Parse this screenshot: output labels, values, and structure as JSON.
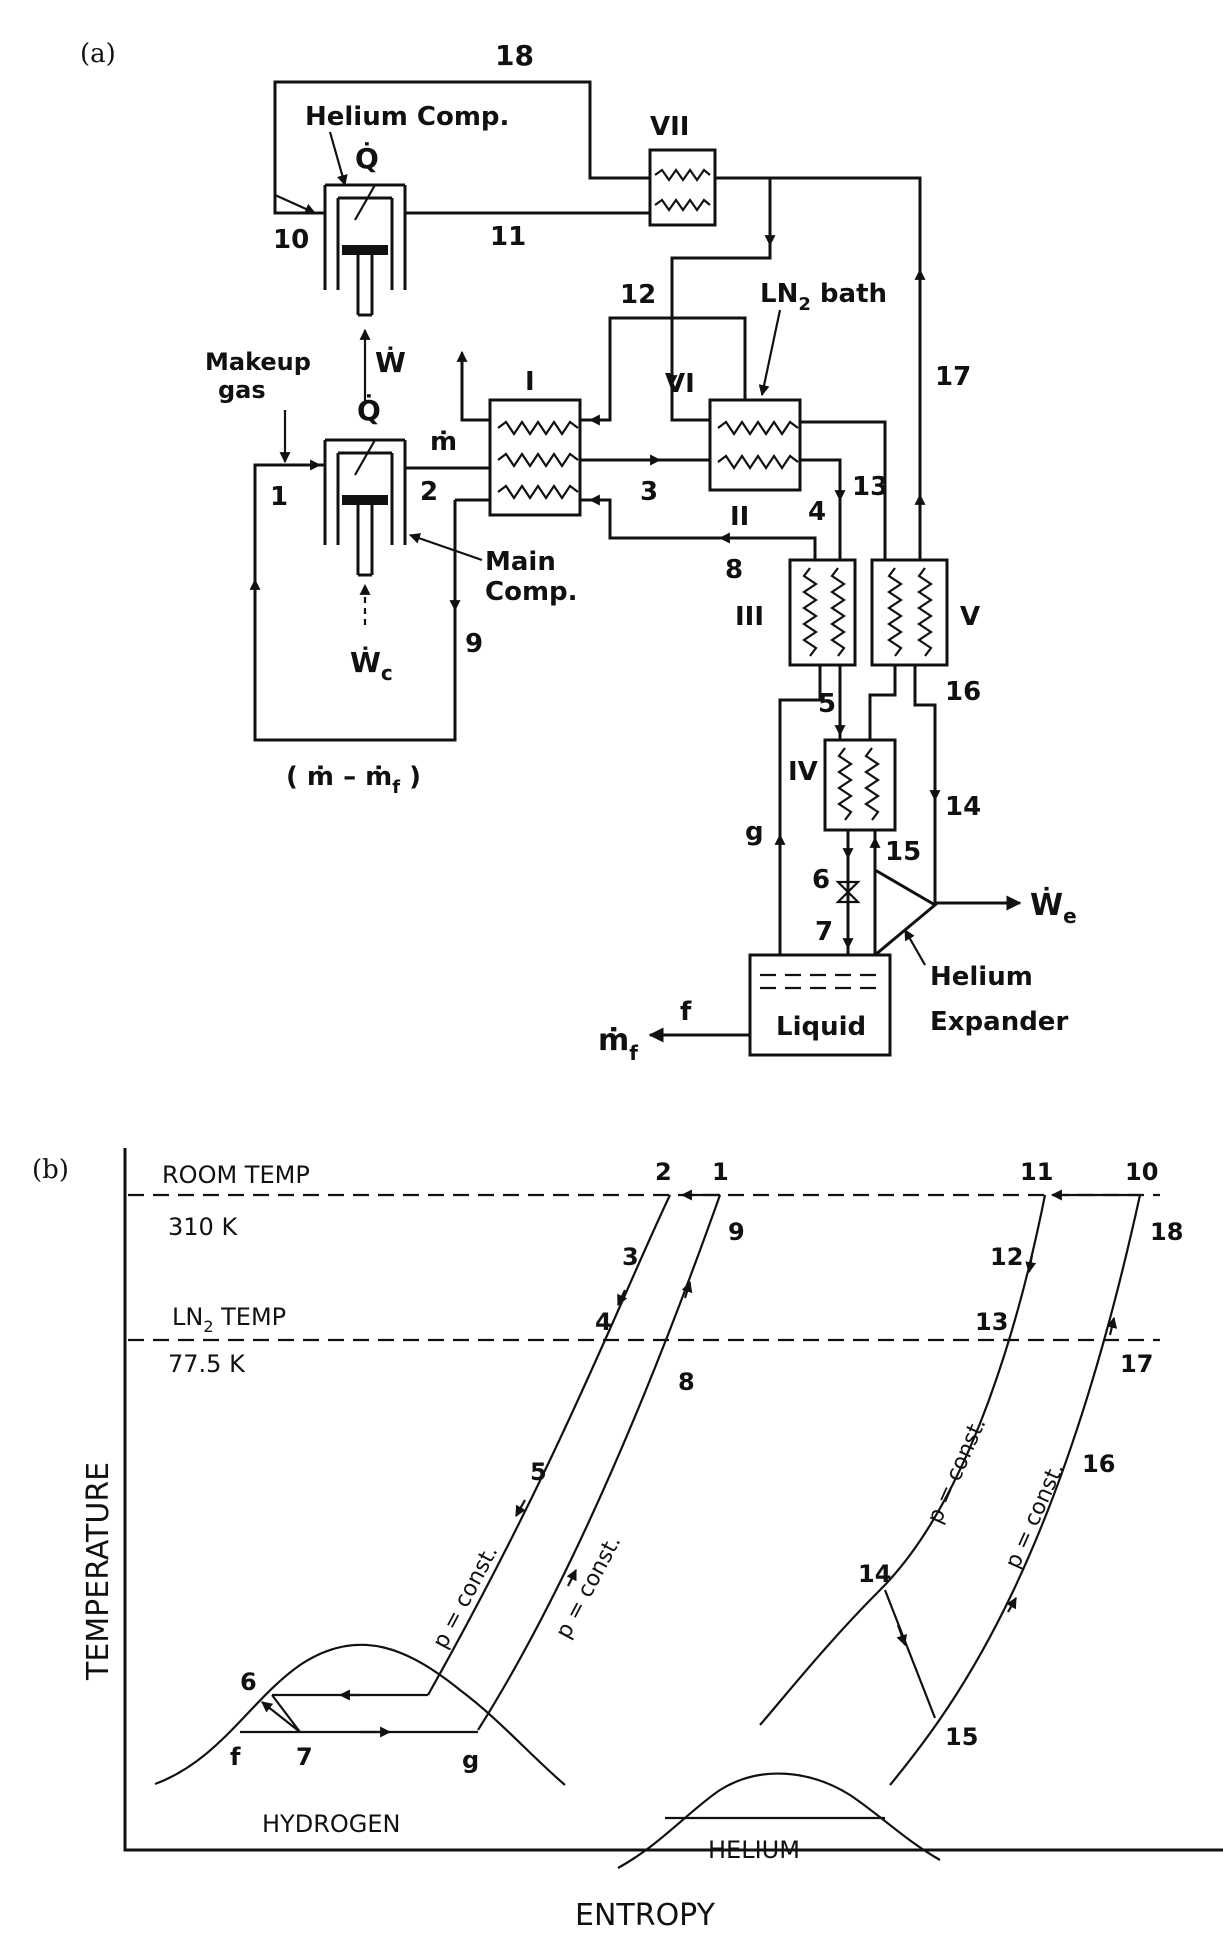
{
  "panel_a": {
    "label": "(a)",
    "texts": {
      "helium_comp": "Helium Comp.",
      "makeup": "Makeup",
      "gas": "gas",
      "main": "Main",
      "comp": "Comp.",
      "ln2_bath_a": "LN",
      "ln2_bath_sub": "2",
      "ln2_bath_b": " bath",
      "helium": "Helium",
      "expander": "Expander",
      "liquid": "Liquid",
      "flow_return": "( ṁ – ṁ",
      "flow_return_sub": "f",
      "flow_return_end": " )",
      "m_dot": "ṁ",
      "m_f": "ṁ",
      "m_f_sub": "f",
      "f": "f",
      "q1": "Q̇",
      "q2": "Q̇",
      "w": "Ẇ",
      "wc": "Ẇ",
      "wc_sub": "c",
      "we": "Ẇ",
      "we_sub": "e"
    },
    "exchangers": [
      "I",
      "II",
      "III",
      "IV",
      "V",
      "VI",
      "VII"
    ],
    "states": {
      "s1": "1",
      "s2": "2",
      "s3": "3",
      "s4": "4",
      "s5": "5",
      "s6": "6",
      "s7": "7",
      "s8": "8",
      "s9": "9",
      "s10": "10",
      "s11": "11",
      "s12": "12",
      "s13": "13",
      "s14": "14",
      "s15": "15",
      "s16": "16",
      "s17": "17",
      "s18": "18",
      "sg": "g"
    }
  },
  "panel_b": {
    "label": "(b)",
    "room_temp": "ROOM  TEMP",
    "room_val": "310 K",
    "ln2_temp_a": "LN",
    "ln2_temp_sub": "2",
    "ln2_temp_b": "  TEMP",
    "ln2_val": "77.5  K",
    "ylabel": "TEMPERATURE",
    "xlabel": "ENTROPY",
    "hydrogen": "HYDROGEN",
    "helium": "HELIUM",
    "pconst": "p = const.",
    "points": {
      "p1": "1",
      "p2": "2",
      "p3": "3",
      "p4": "4",
      "p5": "5",
      "p6": "6",
      "p7": "7",
      "p8": "8",
      "p9": "9",
      "pf": "f",
      "pg": "g",
      "p10": "10",
      "p11": "11",
      "p12": "12",
      "p13": "13",
      "p14": "14",
      "p15": "15",
      "p16": "16",
      "p17": "17",
      "p18": "18"
    }
  }
}
